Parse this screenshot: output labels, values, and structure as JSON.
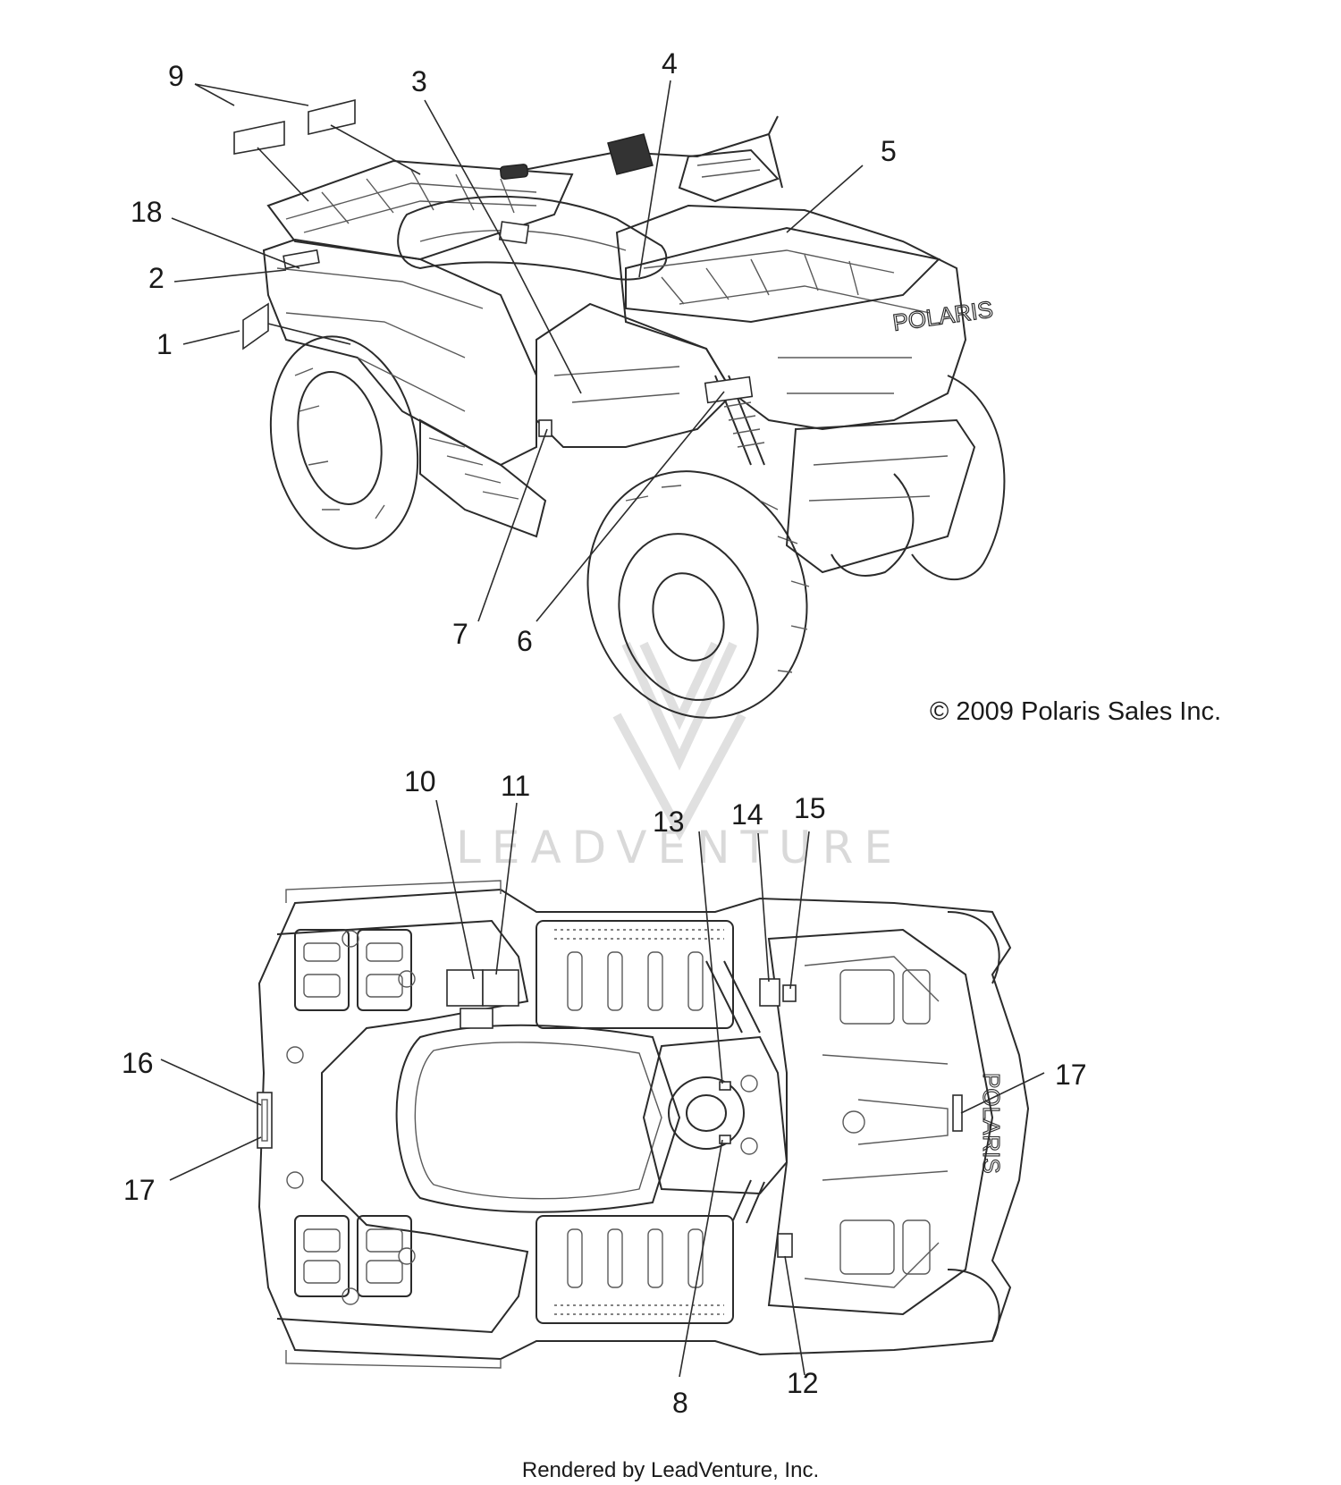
{
  "watermark": "LEADVENTURE",
  "copyright": "© 2009 Polaris Sales Inc.",
  "footer": "Rendered by LeadVenture, Inc.",
  "callouts": {
    "c1": "1",
    "c2": "2",
    "c3": "3",
    "c4": "4",
    "c5": "5",
    "c6": "6",
    "c7": "7",
    "c8": "8",
    "c9": "9",
    "c10": "10",
    "c11": "11",
    "c12": "12",
    "c13": "13",
    "c14": "14",
    "c15": "15",
    "c16": "16",
    "c17a": "17",
    "c17b": "17",
    "c18": "18"
  },
  "colors": {
    "line": "#2b2b2b",
    "watermark": "#d9d9d9",
    "background": "#ffffff"
  }
}
